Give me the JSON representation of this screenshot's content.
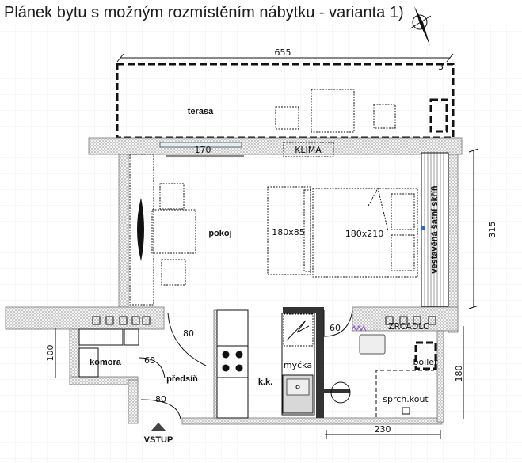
{
  "title": "Plánek bytu s možným rozmístěním nábytku - varianta 1)",
  "rooms": {
    "terrace": "terasa",
    "living": "pokoj",
    "storage": "komora",
    "hall": "předsíň",
    "kitchen": "k.k.",
    "shower": "sprch.kout",
    "boiler": "bojler",
    "mirror": "ZRCADLO",
    "dishwasher": "myčka",
    "wardrobe": "vestavěná šatní skříň",
    "ac": "KLIMA",
    "sofa": "180x85",
    "bed": "180x210",
    "entrance": "VSTUP"
  },
  "dimensions": {
    "terrace_width": "655",
    "window": "170",
    "room_depth": "315",
    "storage": "100",
    "bath_depth": "180",
    "bath_width": "230",
    "door_hall": "80",
    "door_storage": "60",
    "door_entrance": "80",
    "door_bath": "60",
    "terrace_corner": "3"
  }
}
